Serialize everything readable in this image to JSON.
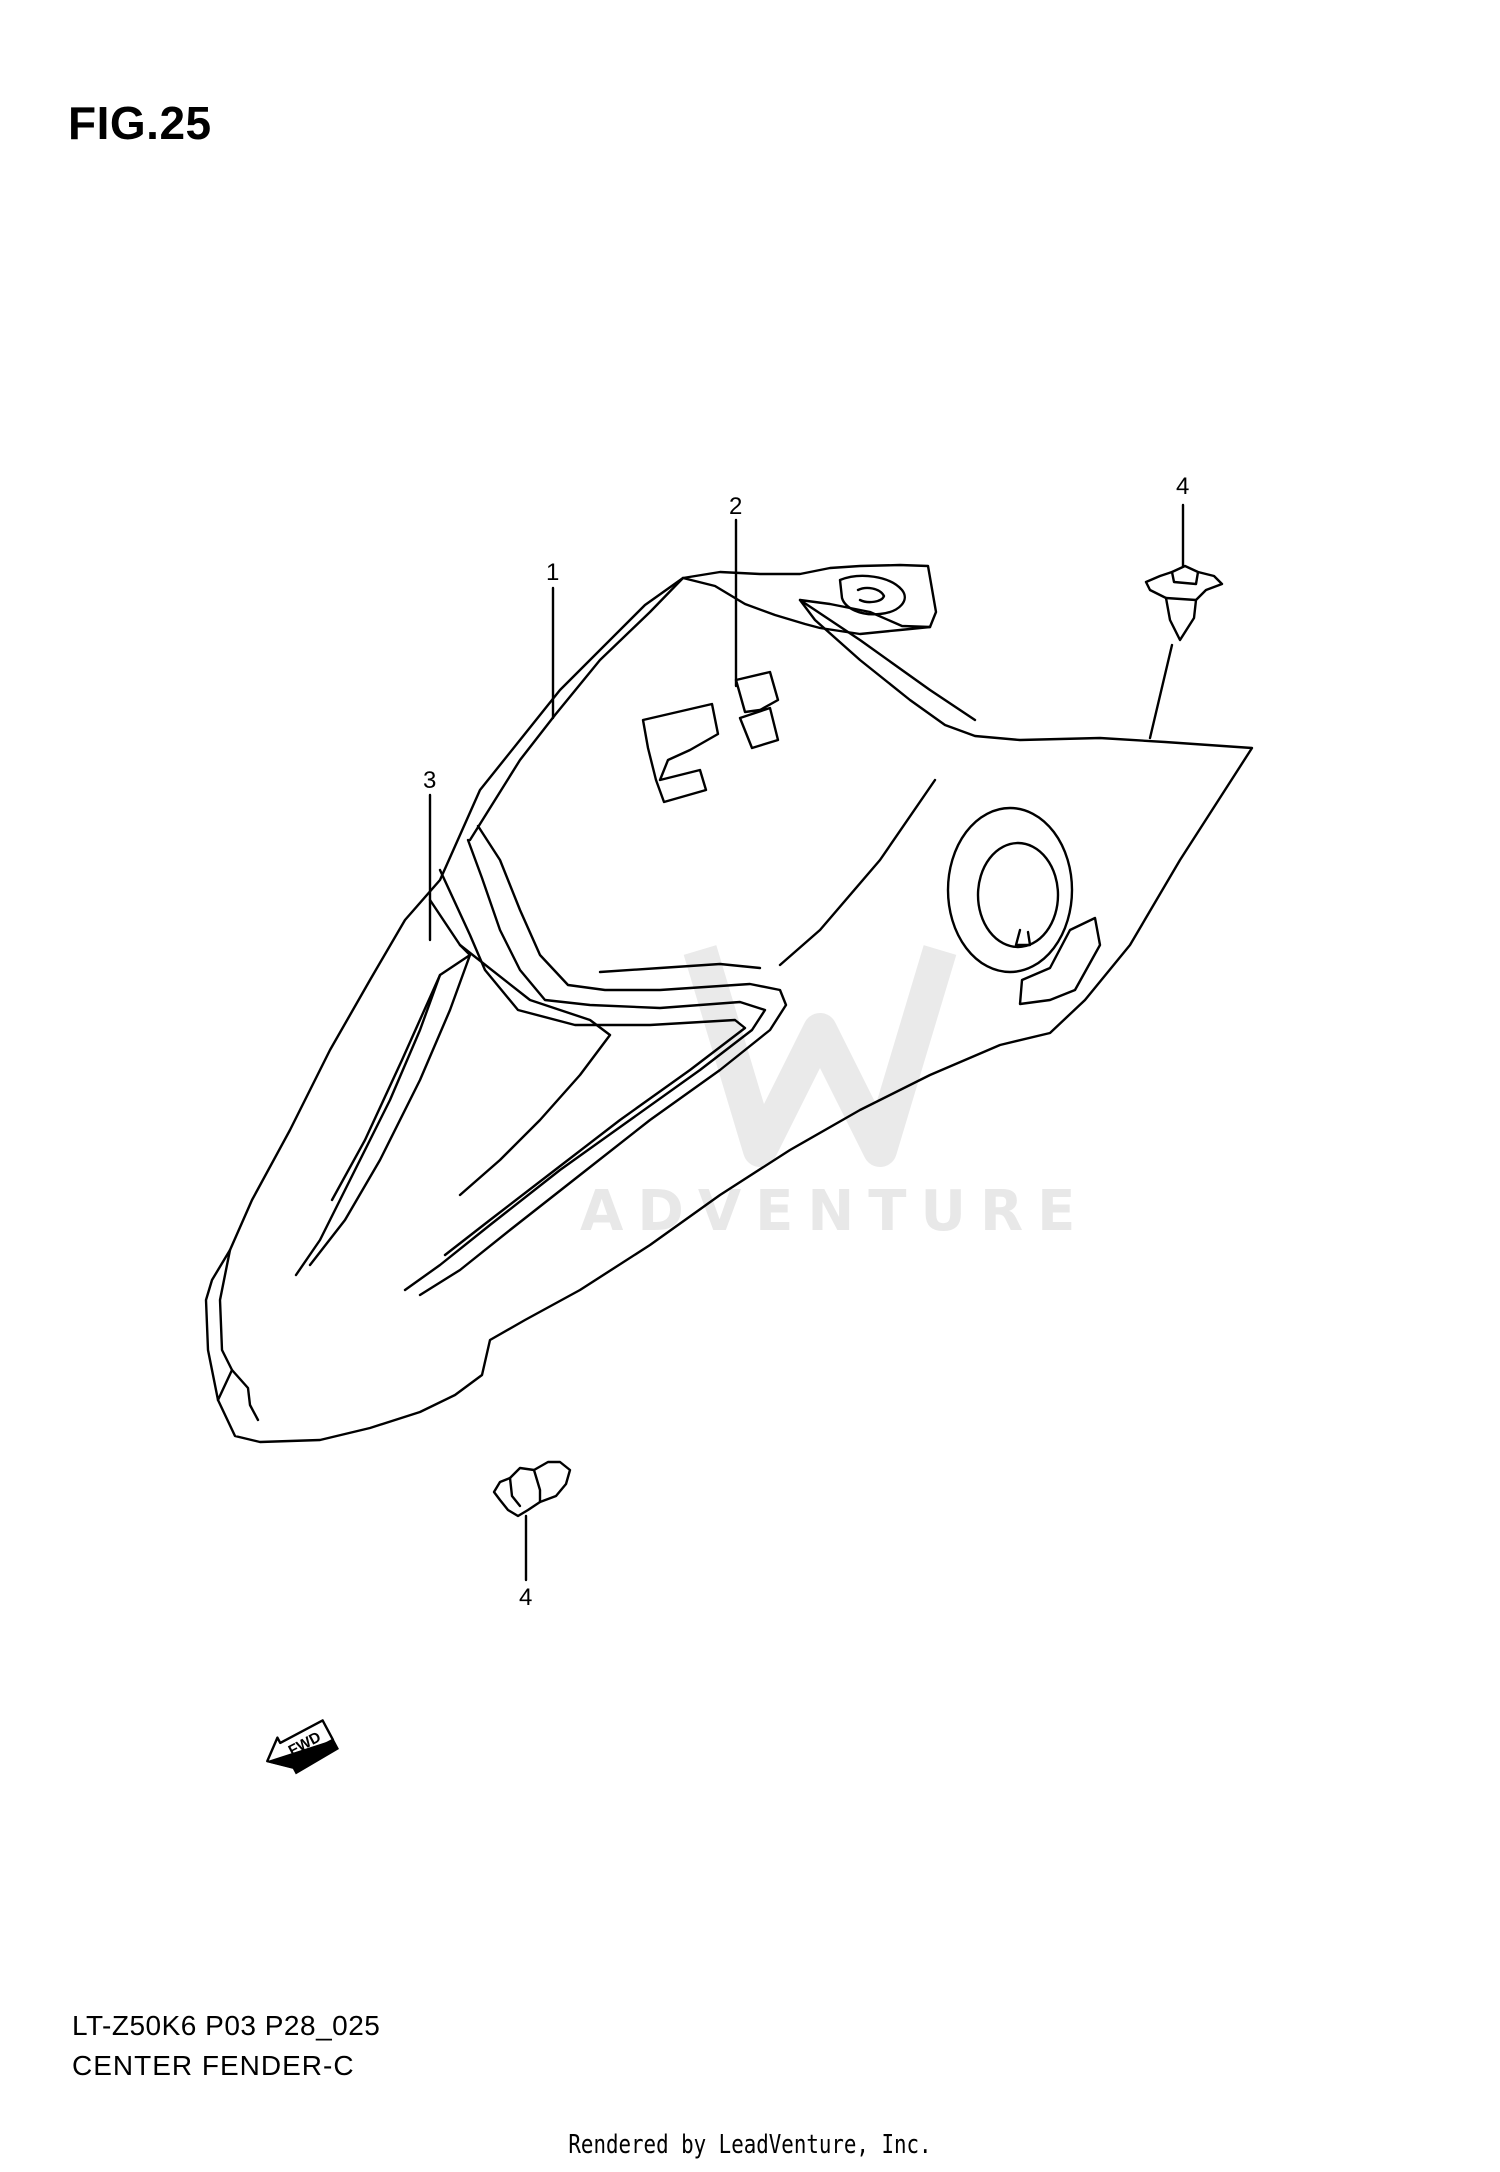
{
  "figure": {
    "title": "FIG.25",
    "code": "LT-Z50K6 P03 P28_025",
    "name": "CENTER FENDER-C"
  },
  "callouts": [
    {
      "id": "callout-1",
      "label": "1"
    },
    {
      "id": "callout-2",
      "label": "2"
    },
    {
      "id": "callout-3",
      "label": "3"
    },
    {
      "id": "callout-4-top",
      "label": "4"
    },
    {
      "id": "callout-4-bottom",
      "label": "4"
    }
  ],
  "fwd_label": "FWD",
  "watermark": "ADVENTURE",
  "footer": {
    "rendered_by": "Rendered by LeadVenture, Inc."
  },
  "colors": {
    "line": "#000000",
    "background": "#ffffff",
    "watermark": "#e6e6e6"
  }
}
